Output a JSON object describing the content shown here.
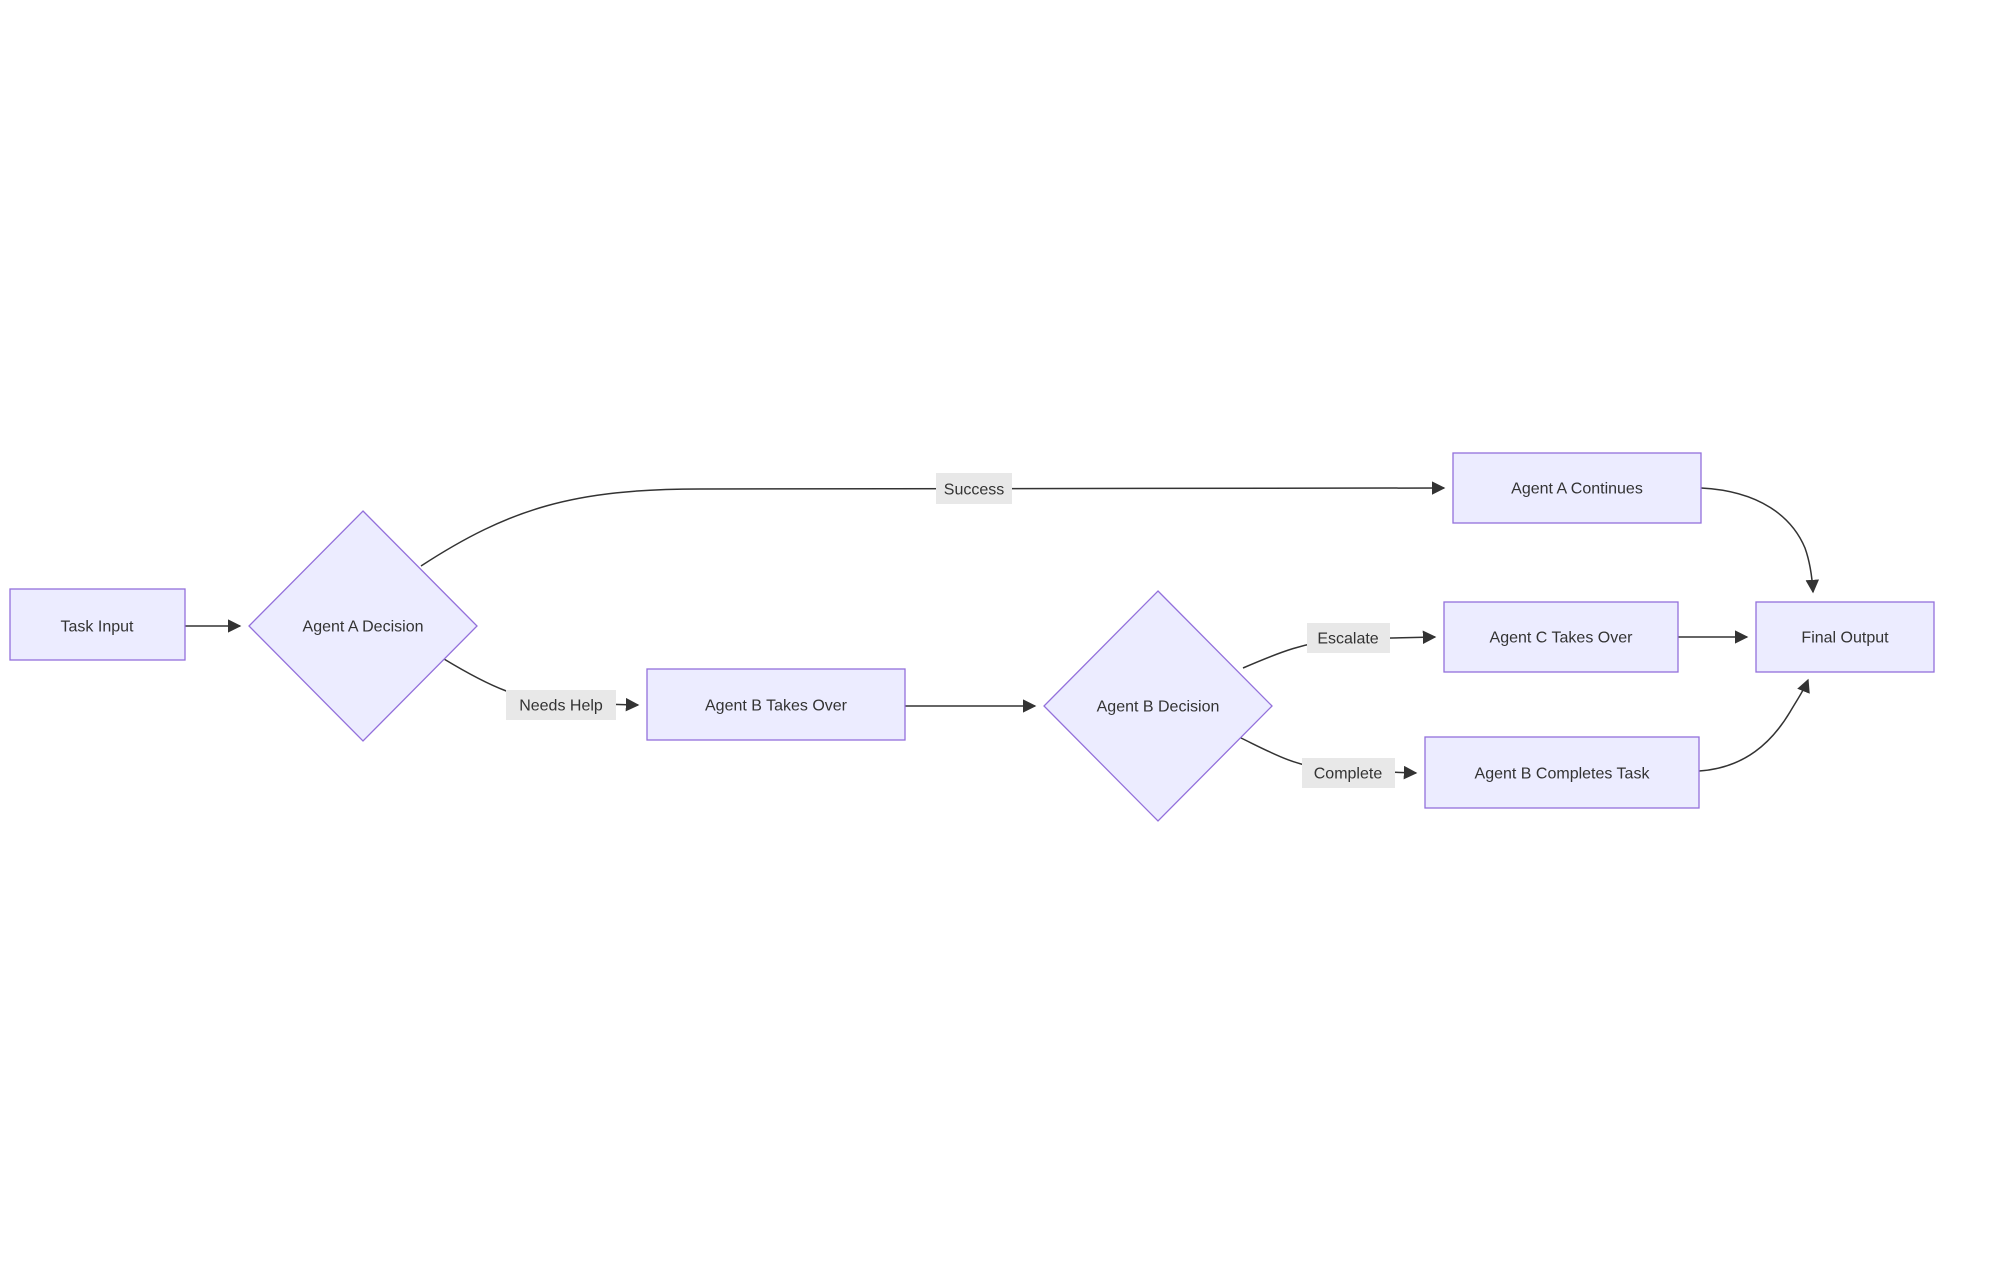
{
  "diagram": {
    "type": "flowchart",
    "direction": "left-to-right",
    "colors": {
      "background": "#ffffff",
      "node_fill": "#ECECFF",
      "node_border": "#9370DB",
      "edge_color": "#333333",
      "edge_label_background": "#e8e8e8",
      "text_color": "#333333"
    },
    "nodes": {
      "task_input": {
        "label": "Task Input",
        "shape": "rectangle"
      },
      "agent_a_decision": {
        "label": "Agent A Decision",
        "shape": "diamond"
      },
      "agent_a_continues": {
        "label": "Agent A Continues",
        "shape": "rectangle"
      },
      "agent_b_takes_over": {
        "label": "Agent B Takes Over",
        "shape": "rectangle"
      },
      "agent_b_decision": {
        "label": "Agent B Decision",
        "shape": "diamond"
      },
      "agent_c_takes_over": {
        "label": "Agent C Takes Over",
        "shape": "rectangle"
      },
      "agent_b_completes_task": {
        "label": "Agent B Completes Task",
        "shape": "rectangle"
      },
      "final_output": {
        "label": "Final Output",
        "shape": "rectangle"
      }
    },
    "edge_labels": {
      "success": "Success",
      "needs_help": "Needs Help",
      "escalate": "Escalate",
      "complete": "Complete"
    },
    "edges": [
      {
        "from": "task_input",
        "to": "agent_a_decision",
        "label": ""
      },
      {
        "from": "agent_a_decision",
        "to": "agent_a_continues",
        "label": "Success"
      },
      {
        "from": "agent_a_decision",
        "to": "agent_b_takes_over",
        "label": "Needs Help"
      },
      {
        "from": "agent_b_takes_over",
        "to": "agent_b_decision",
        "label": ""
      },
      {
        "from": "agent_b_decision",
        "to": "agent_c_takes_over",
        "label": "Escalate"
      },
      {
        "from": "agent_b_decision",
        "to": "agent_b_completes_task",
        "label": "Complete"
      },
      {
        "from": "agent_a_continues",
        "to": "final_output",
        "label": ""
      },
      {
        "from": "agent_c_takes_over",
        "to": "final_output",
        "label": ""
      },
      {
        "from": "agent_b_completes_task",
        "to": "final_output",
        "label": ""
      }
    ]
  }
}
